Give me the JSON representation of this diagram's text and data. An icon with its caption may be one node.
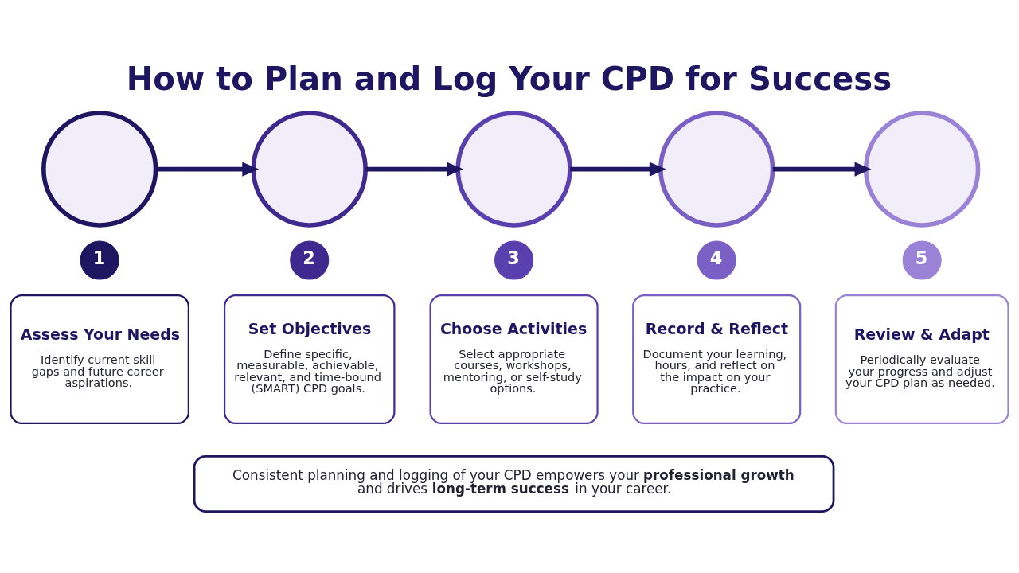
{
  "diagram": {
    "title": "How to Plan and Log Your CPD for Success",
    "nodes": [
      {
        "text": [],
        "shape": "circle"
      },
      {
        "text": [
          "1"
        ]
      },
      {
        "text": [
          "Assess Your Needs",
          "Identify current skill gaps and future career aspirations."
        ]
      },
      {
        "text": [],
        "shape": "circle"
      },
      {
        "text": [
          "2"
        ]
      },
      {
        "text": [
          "Set Objectives",
          "Define specific, measurable, achievable, relevant, and time-bound (SMART) CPD goals."
        ]
      },
      {
        "text": [],
        "shape": "circle"
      },
      {
        "text": [
          "3"
        ]
      },
      {
        "text": [
          "Choose Activities",
          "Select appropriate courses, workshops, mentoring, or self-study options."
        ]
      },
      {
        "text": [],
        "shape": "circle"
      },
      {
        "text": [
          "4"
        ]
      },
      {
        "text": [
          "Record & Reflect",
          "Document your learning, hours, and reflect on the impact on your practice."
        ]
      },
      {
        "text": [],
        "shape": "circle"
      },
      {
        "text": [
          "5"
        ]
      },
      {
        "text": [
          "Review & Adapt",
          "Periodically evaluate your progress and adjust your CPD plan as needed."
        ]
      },
      {
        "text": [
          "Consistent planning and logging of your CPD empowers your **professional growth** and drives **long-term success** in your career."
        ]
      }
    ],
    "edges": [
      {
        "from": 0,
        "to": 3,
        "arrow": "to"
      },
      {
        "from": 3,
        "to": 6,
        "arrow": "to"
      },
      {
        "from": 6,
        "to": 9,
        "arrow": "to"
      },
      {
        "from": 9,
        "to": 12,
        "arrow": "to"
      }
    ]
  }
}
